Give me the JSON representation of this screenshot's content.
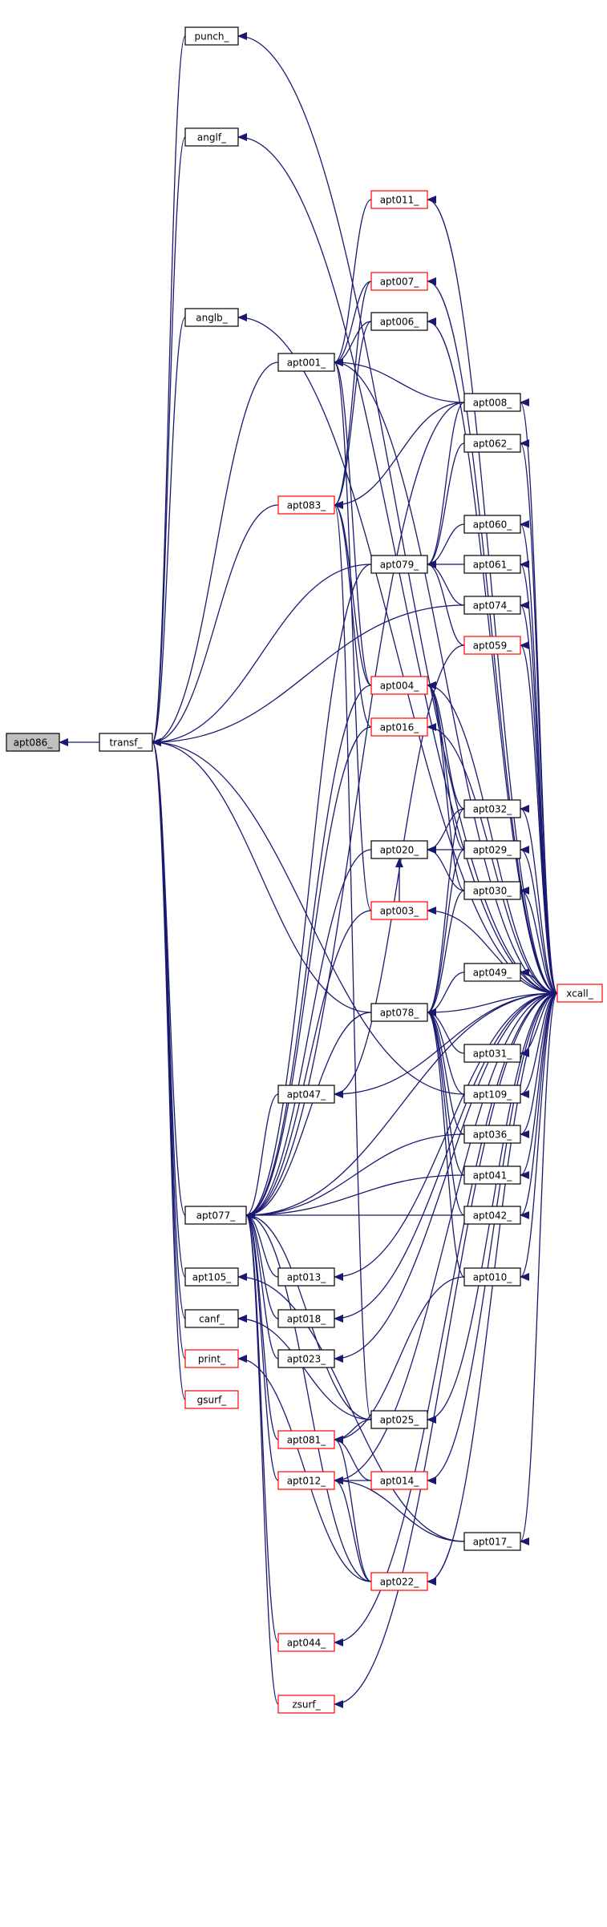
{
  "graph": {
    "colors": {
      "edge": "#191970",
      "root_fill": "#bfbfbf",
      "red_border": "#ff0000",
      "black_border": "#000000"
    },
    "nodes": [
      {
        "id": "apt086",
        "label": "apt086_",
        "style": "root"
      },
      {
        "id": "transf",
        "label": "transf_",
        "style": "black"
      },
      {
        "id": "punch",
        "label": "punch_",
        "style": "black"
      },
      {
        "id": "anglf",
        "label": "anglf_",
        "style": "black"
      },
      {
        "id": "anglb",
        "label": "anglb_",
        "style": "black"
      },
      {
        "id": "apt001",
        "label": "apt001_",
        "style": "black"
      },
      {
        "id": "apt011",
        "label": "apt011_",
        "style": "red"
      },
      {
        "id": "apt007",
        "label": "apt007_",
        "style": "red"
      },
      {
        "id": "apt006",
        "label": "apt006_",
        "style": "black"
      },
      {
        "id": "apt008",
        "label": "apt008_",
        "style": "black"
      },
      {
        "id": "apt083",
        "label": "apt083_",
        "style": "red"
      },
      {
        "id": "apt062",
        "label": "apt062_",
        "style": "black"
      },
      {
        "id": "apt079",
        "label": "apt079_",
        "style": "black"
      },
      {
        "id": "apt060",
        "label": "apt060_",
        "style": "black"
      },
      {
        "id": "apt061",
        "label": "apt061_",
        "style": "black"
      },
      {
        "id": "apt074",
        "label": "apt074_",
        "style": "black"
      },
      {
        "id": "apt059",
        "label": "apt059_",
        "style": "red"
      },
      {
        "id": "apt004",
        "label": "apt004_",
        "style": "red"
      },
      {
        "id": "apt016",
        "label": "apt016_",
        "style": "red"
      },
      {
        "id": "apt032",
        "label": "apt032_",
        "style": "black"
      },
      {
        "id": "apt020",
        "label": "apt020_",
        "style": "black"
      },
      {
        "id": "apt029",
        "label": "apt029_",
        "style": "black"
      },
      {
        "id": "apt003",
        "label": "apt003_",
        "style": "red"
      },
      {
        "id": "apt030",
        "label": "apt030_",
        "style": "black"
      },
      {
        "id": "apt049",
        "label": "apt049_",
        "style": "black"
      },
      {
        "id": "apt078",
        "label": "apt078_",
        "style": "black"
      },
      {
        "id": "xcall",
        "label": "xcall_",
        "style": "red"
      },
      {
        "id": "apt031",
        "label": "apt031_",
        "style": "black"
      },
      {
        "id": "apt109",
        "label": "apt109_",
        "style": "black"
      },
      {
        "id": "apt047",
        "label": "apt047_",
        "style": "black"
      },
      {
        "id": "apt036",
        "label": "apt036_",
        "style": "black"
      },
      {
        "id": "apt041",
        "label": "apt041_",
        "style": "black"
      },
      {
        "id": "apt077",
        "label": "apt077_",
        "style": "black"
      },
      {
        "id": "apt042",
        "label": "apt042_",
        "style": "black"
      },
      {
        "id": "apt105",
        "label": "apt105_",
        "style": "black"
      },
      {
        "id": "apt013",
        "label": "apt013_",
        "style": "black"
      },
      {
        "id": "apt010",
        "label": "apt010_",
        "style": "black"
      },
      {
        "id": "canf",
        "label": "canf_",
        "style": "black"
      },
      {
        "id": "apt018",
        "label": "apt018_",
        "style": "black"
      },
      {
        "id": "print",
        "label": "print_",
        "style": "red"
      },
      {
        "id": "apt023",
        "label": "apt023_",
        "style": "black"
      },
      {
        "id": "gsurf",
        "label": "gsurf_",
        "style": "red"
      },
      {
        "id": "apt025",
        "label": "apt025_",
        "style": "black"
      },
      {
        "id": "apt081",
        "label": "apt081_",
        "style": "red"
      },
      {
        "id": "apt012",
        "label": "apt012_",
        "style": "red"
      },
      {
        "id": "apt014",
        "label": "apt014_",
        "style": "red"
      },
      {
        "id": "apt017",
        "label": "apt017_",
        "style": "black"
      },
      {
        "id": "apt022",
        "label": "apt022_",
        "style": "red"
      },
      {
        "id": "apt044",
        "label": "apt044_",
        "style": "red"
      },
      {
        "id": "zsurf",
        "label": "zsurf_",
        "style": "red"
      }
    ],
    "edges": [
      [
        "transf",
        "apt086"
      ],
      [
        "punch",
        "transf"
      ],
      [
        "anglf",
        "transf"
      ],
      [
        "anglb",
        "transf"
      ],
      [
        "apt001",
        "transf"
      ],
      [
        "apt083",
        "transf"
      ],
      [
        "apt079",
        "transf"
      ],
      [
        "apt074",
        "transf"
      ],
      [
        "apt078",
        "transf"
      ],
      [
        "apt109",
        "transf"
      ],
      [
        "apt077",
        "transf"
      ],
      [
        "apt105",
        "transf"
      ],
      [
        "canf",
        "transf"
      ],
      [
        "print",
        "transf"
      ],
      [
        "gsurf",
        "transf"
      ],
      [
        "xcall",
        "punch"
      ],
      [
        "xcall",
        "anglf"
      ],
      [
        "xcall",
        "anglb"
      ],
      [
        "xcall",
        "apt011"
      ],
      [
        "xcall",
        "apt007"
      ],
      [
        "xcall",
        "apt006"
      ],
      [
        "xcall",
        "apt008"
      ],
      [
        "xcall",
        "apt062"
      ],
      [
        "xcall",
        "apt060"
      ],
      [
        "xcall",
        "apt061"
      ],
      [
        "xcall",
        "apt074"
      ],
      [
        "xcall",
        "apt059"
      ],
      [
        "xcall",
        "apt004"
      ],
      [
        "xcall",
        "apt016"
      ],
      [
        "xcall",
        "apt032"
      ],
      [
        "xcall",
        "apt029"
      ],
      [
        "xcall",
        "apt003"
      ],
      [
        "xcall",
        "apt030"
      ],
      [
        "xcall",
        "apt049"
      ],
      [
        "xcall",
        "apt078"
      ],
      [
        "xcall",
        "apt031"
      ],
      [
        "xcall",
        "apt109"
      ],
      [
        "xcall",
        "apt047"
      ],
      [
        "xcall",
        "apt036"
      ],
      [
        "xcall",
        "apt041"
      ],
      [
        "xcall",
        "apt042"
      ],
      [
        "xcall",
        "apt013"
      ],
      [
        "xcall",
        "apt010"
      ],
      [
        "xcall",
        "apt018"
      ],
      [
        "xcall",
        "apt023"
      ],
      [
        "xcall",
        "apt025"
      ],
      [
        "xcall",
        "apt014"
      ],
      [
        "xcall",
        "apt017"
      ],
      [
        "xcall",
        "apt022"
      ],
      [
        "xcall",
        "apt044"
      ],
      [
        "xcall",
        "zsurf"
      ],
      [
        "xcall",
        "apt077"
      ],
      [
        "xcall",
        "apt001"
      ],
      [
        "xcall",
        "apt012"
      ],
      [
        "apt011",
        "apt001"
      ],
      [
        "apt007",
        "apt001"
      ],
      [
        "apt006",
        "apt001"
      ],
      [
        "apt008",
        "apt001"
      ],
      [
        "apt004",
        "apt001"
      ],
      [
        "apt003",
        "apt001"
      ],
      [
        "apt007",
        "apt083"
      ],
      [
        "apt006",
        "apt083"
      ],
      [
        "apt008",
        "apt083"
      ],
      [
        "apt004",
        "apt083"
      ],
      [
        "apt016",
        "apt083"
      ],
      [
        "apt025",
        "apt083"
      ],
      [
        "apt062",
        "apt079"
      ],
      [
        "apt060",
        "apt079"
      ],
      [
        "apt061",
        "apt079"
      ],
      [
        "apt074",
        "apt079"
      ],
      [
        "apt059",
        "apt079"
      ],
      [
        "apt008",
        "apt079"
      ],
      [
        "apt032",
        "apt004"
      ],
      [
        "apt029",
        "apt004"
      ],
      [
        "apt030",
        "apt004"
      ],
      [
        "apt032",
        "apt020"
      ],
      [
        "apt029",
        "apt020"
      ],
      [
        "apt030",
        "apt020"
      ],
      [
        "apt003",
        "apt020"
      ],
      [
        "apt032",
        "apt078"
      ],
      [
        "apt029",
        "apt078"
      ],
      [
        "apt030",
        "apt078"
      ],
      [
        "apt049",
        "apt078"
      ],
      [
        "apt031",
        "apt078"
      ],
      [
        "apt109",
        "apt078"
      ],
      [
        "apt036",
        "apt078"
      ],
      [
        "apt041",
        "apt078"
      ],
      [
        "apt042",
        "apt078"
      ],
      [
        "apt010",
        "apt078"
      ],
      [
        "apt059",
        "apt047"
      ],
      [
        "apt047",
        "apt077"
      ],
      [
        "apt036",
        "apt077"
      ],
      [
        "apt041",
        "apt077"
      ],
      [
        "apt042",
        "apt077"
      ],
      [
        "apt008",
        "apt077"
      ],
      [
        "apt079",
        "apt077"
      ],
      [
        "apt004",
        "apt077"
      ],
      [
        "apt016",
        "apt077"
      ],
      [
        "apt020",
        "apt077"
      ],
      [
        "apt003",
        "apt077"
      ],
      [
        "apt078",
        "apt077"
      ],
      [
        "apt013",
        "apt077"
      ],
      [
        "apt018",
        "apt077"
      ],
      [
        "apt023",
        "apt077"
      ],
      [
        "apt081",
        "apt077"
      ],
      [
        "apt012",
        "apt077"
      ],
      [
        "apt022",
        "apt077"
      ],
      [
        "apt044",
        "apt077"
      ],
      [
        "zsurf",
        "apt077"
      ],
      [
        "apt025",
        "apt077"
      ],
      [
        "apt025",
        "apt081"
      ],
      [
        "apt014",
        "apt081"
      ],
      [
        "apt022",
        "apt081"
      ],
      [
        "apt010",
        "apt081"
      ],
      [
        "apt014",
        "apt012"
      ],
      [
        "apt017",
        "apt012"
      ],
      [
        "apt022",
        "apt012"
      ],
      [
        "apt017",
        "apt105"
      ],
      [
        "apt025",
        "canf"
      ],
      [
        "apt022",
        "print"
      ]
    ]
  }
}
